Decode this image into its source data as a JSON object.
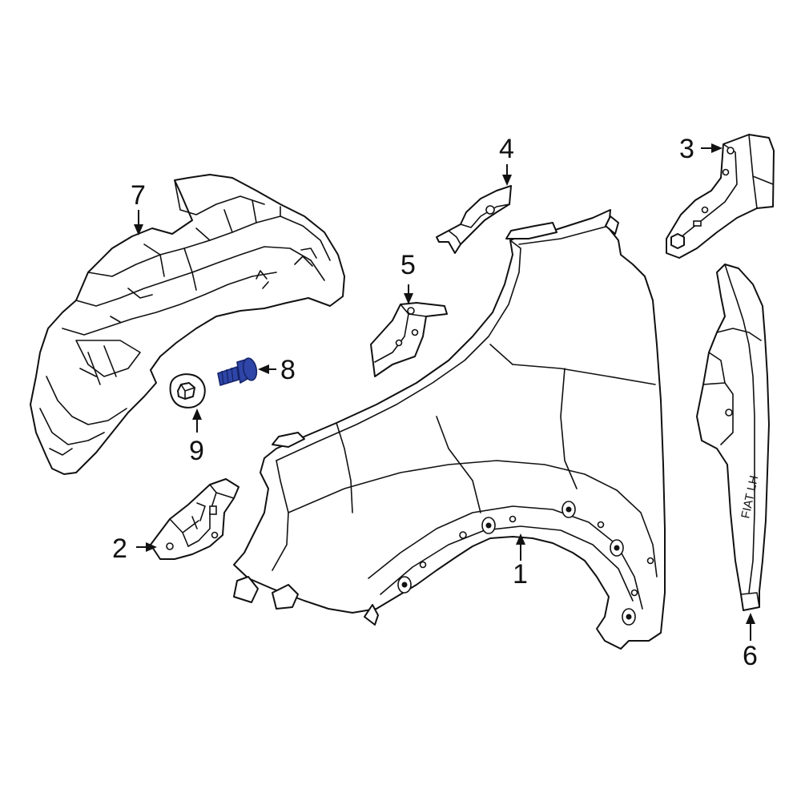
{
  "callouts": [
    {
      "id": "1",
      "label": "1"
    },
    {
      "id": "2",
      "label": "2"
    },
    {
      "id": "3",
      "label": "3"
    },
    {
      "id": "4",
      "label": "4"
    },
    {
      "id": "5",
      "label": "5"
    },
    {
      "id": "6",
      "label": "6"
    },
    {
      "id": "7",
      "label": "7"
    },
    {
      "id": "8",
      "label": "8"
    },
    {
      "id": "9",
      "label": "9"
    }
  ],
  "stamp": "FIAT LH",
  "highlight_color": "#2f46a8",
  "line_color": "#111111"
}
